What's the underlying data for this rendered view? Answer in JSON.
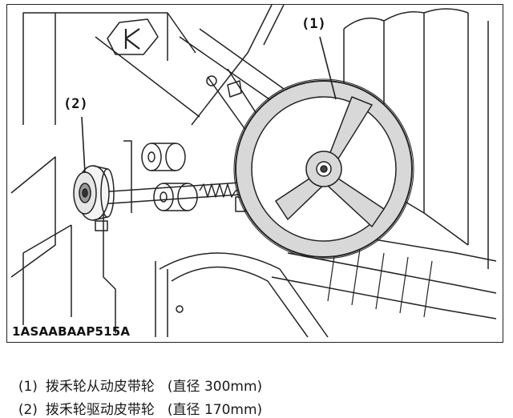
{
  "figure": {
    "code": "1ASAABAAP515A",
    "callouts": [
      "(1)",
      "(2)"
    ]
  },
  "captions": [
    {
      "number": "(1)",
      "text": "拨禾轮从动皮带轮",
      "spec": "(直径 300mm)"
    },
    {
      "number": "(2)",
      "text": "拨禾轮驱动皮带轮",
      "spec": "(直径 170mm)"
    }
  ]
}
